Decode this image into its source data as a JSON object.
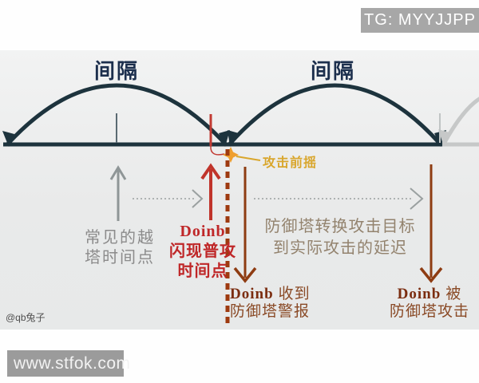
{
  "watermarks": {
    "tg_badge": "TG: MYYJJPP",
    "site_badge": "www.stfok.com",
    "author": "@qb兔子"
  },
  "diagram": {
    "intervals": {
      "left": "间隔",
      "right": "间隔"
    },
    "attack_windup_label": "攻击前摇",
    "common_dive_label": {
      "line1": "常见的越",
      "line2": "塔时间点"
    },
    "doinb_flash_label": {
      "line1": "Doinb",
      "line2": "闪现普攻",
      "line3": "时间点"
    },
    "tower_delay_label": {
      "line1": "防御塔转换攻击目标",
      "line2": "到实际攻击的延迟"
    },
    "tower_alert_label": {
      "name": "Doinb",
      "suffix": "收到",
      "line2": "防御塔警报"
    },
    "tower_attacked_label": {
      "name": "Doinb",
      "suffix": "被",
      "line2": "防御塔攻击"
    },
    "colors": {
      "timeline_dark": "#1d333d",
      "timeline_gray": "#c6c8c8",
      "interval_text": "#1c2f4d",
      "red_accent": "#c0342b",
      "dashed_line_brown": "#9e3a10",
      "brown_arrow": "#8e3c12",
      "yellow_accent": "#d9a62c",
      "star_orange": "#ef9f2e",
      "gray_text": "#8b8b8b",
      "taupe_text": "#93836e",
      "brown_text": "#8a4a26",
      "panel_bg": "#ebecec",
      "badge_gray": "#a7a7a7"
    }
  }
}
